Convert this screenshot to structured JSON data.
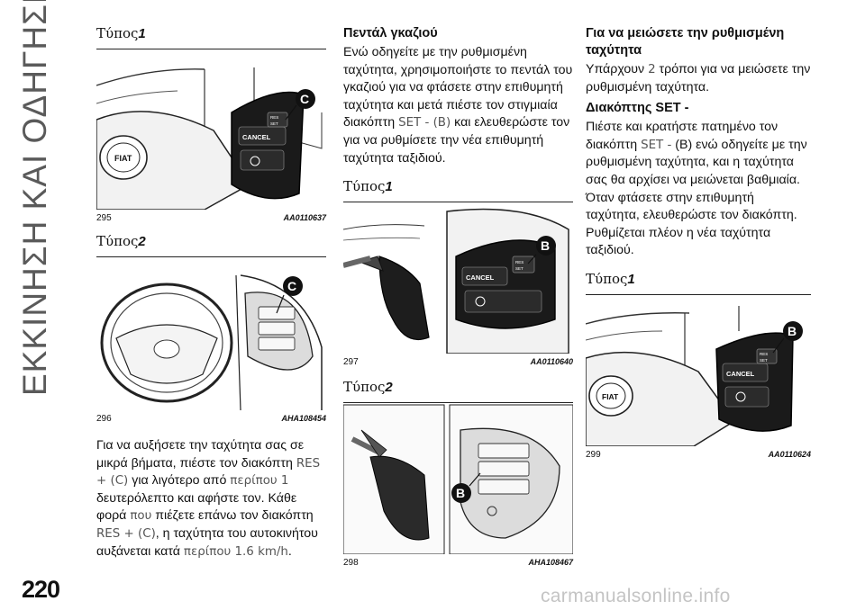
{
  "sidebar": {
    "title": "ΕΚΚΙΝΗΣΗ ΚΑΙ ΟΔΗΓΗΣΗ"
  },
  "page": {
    "number": "220",
    "watermark": "carmanualsonline.info"
  },
  "column1": {
    "type1": {
      "word": "Τύπος",
      "num": "1"
    },
    "fig295": {
      "number": "295",
      "code": "AA0110637",
      "callout": "C",
      "cancel": "CANCEL",
      "res": "RES",
      "set": "SET"
    },
    "type2": {
      "word": "Τύπος",
      "num": "2"
    },
    "fig296": {
      "number": "296",
      "code": "AHA108454",
      "callout": "C"
    },
    "paragraph": {
      "p1": "Για να αυξήσετε την ταχύτητα σας σε μικρά βήματα, πιέστε τον διακόπτη",
      "p2": "RES + (C)",
      "p3": " για λιγότερο από ",
      "p4": "περίπου 1",
      "p5": " δευτερόλεπτο και αφήστε τον. Κάθε φορά ",
      "p6": "που",
      "p7": " πιέζετε επάνω τον διακόπτη ",
      "p8": "RES + (C)",
      "p9": ", η ταχύτητα του αυτοκινήτου αυξάνεται κατά ",
      "p10": "περίπου 1.6 km/h",
      "p11": "."
    }
  },
  "column2": {
    "heading": "Πεντάλ γκαζιού",
    "paragraph": {
      "p1": "Ενώ οδηγείτε με την ρυθμισμένη ταχύτητα, χρησιμοποιήστε το πεντάλ του γκαζιού για να φτάσετε στην επιθυμητή ταχύτητα και μετά πιέστε τον στιγμιαία διακόπτη ",
      "p2": "SET - (B)",
      "p3": " και ελευθερώστε τον για να ρυθμίσετε την νέα επιθυμητή ταχύτητα ταξιδιού."
    },
    "type1": {
      "word": "Τύπος",
      "num": "1"
    },
    "fig297": {
      "number": "297",
      "code": "AA0110640",
      "callout": "B",
      "cancel": "CANCEL",
      "res": "RES",
      "set": "SET"
    },
    "type2": {
      "word": "Τύπος",
      "num": "2"
    },
    "fig298": {
      "number": "298",
      "code": "AHA108467",
      "callout": "B"
    }
  },
  "column3": {
    "heading": "Για να μειώσετε την ρυθμισμένη ταχύτητα",
    "intro": {
      "p1": "Υπάρχουν ",
      "p2": "2",
      "p3": " τρόποι για να μειώσετε την ρυθμισμένη ταχύτητα."
    },
    "subheading": "Διακόπτης SET -",
    "paragraph": {
      "p1": "Πιέστε και κρατήστε πατημένο τον διακόπτη ",
      "p2": "SET -",
      "p3": " (B) ενώ οδηγείτε με την ρυθμισμένη ταχύτητα, και η ταχύτητα σας θα αρχίσει να μειώνεται βαθμιαία. Όταν φτάσετε στην επιθυμητή ταχύτητα, ελευθερώστε τον διακόπτη. Ρυθμίζεται πλέον η νέα ταχύτητα ταξιδιού."
    },
    "type1": {
      "word": "Τύπος",
      "num": "1"
    },
    "fig299": {
      "number": "299",
      "code": "AA0110624",
      "callout": "B",
      "cancel": "CANCEL",
      "res": "RES",
      "set": "SET"
    }
  },
  "colors": {
    "text": "#111111",
    "sidebar": "#5a5a5a",
    "callout_bg": "#111111",
    "watermark": "#c4c4c4"
  }
}
